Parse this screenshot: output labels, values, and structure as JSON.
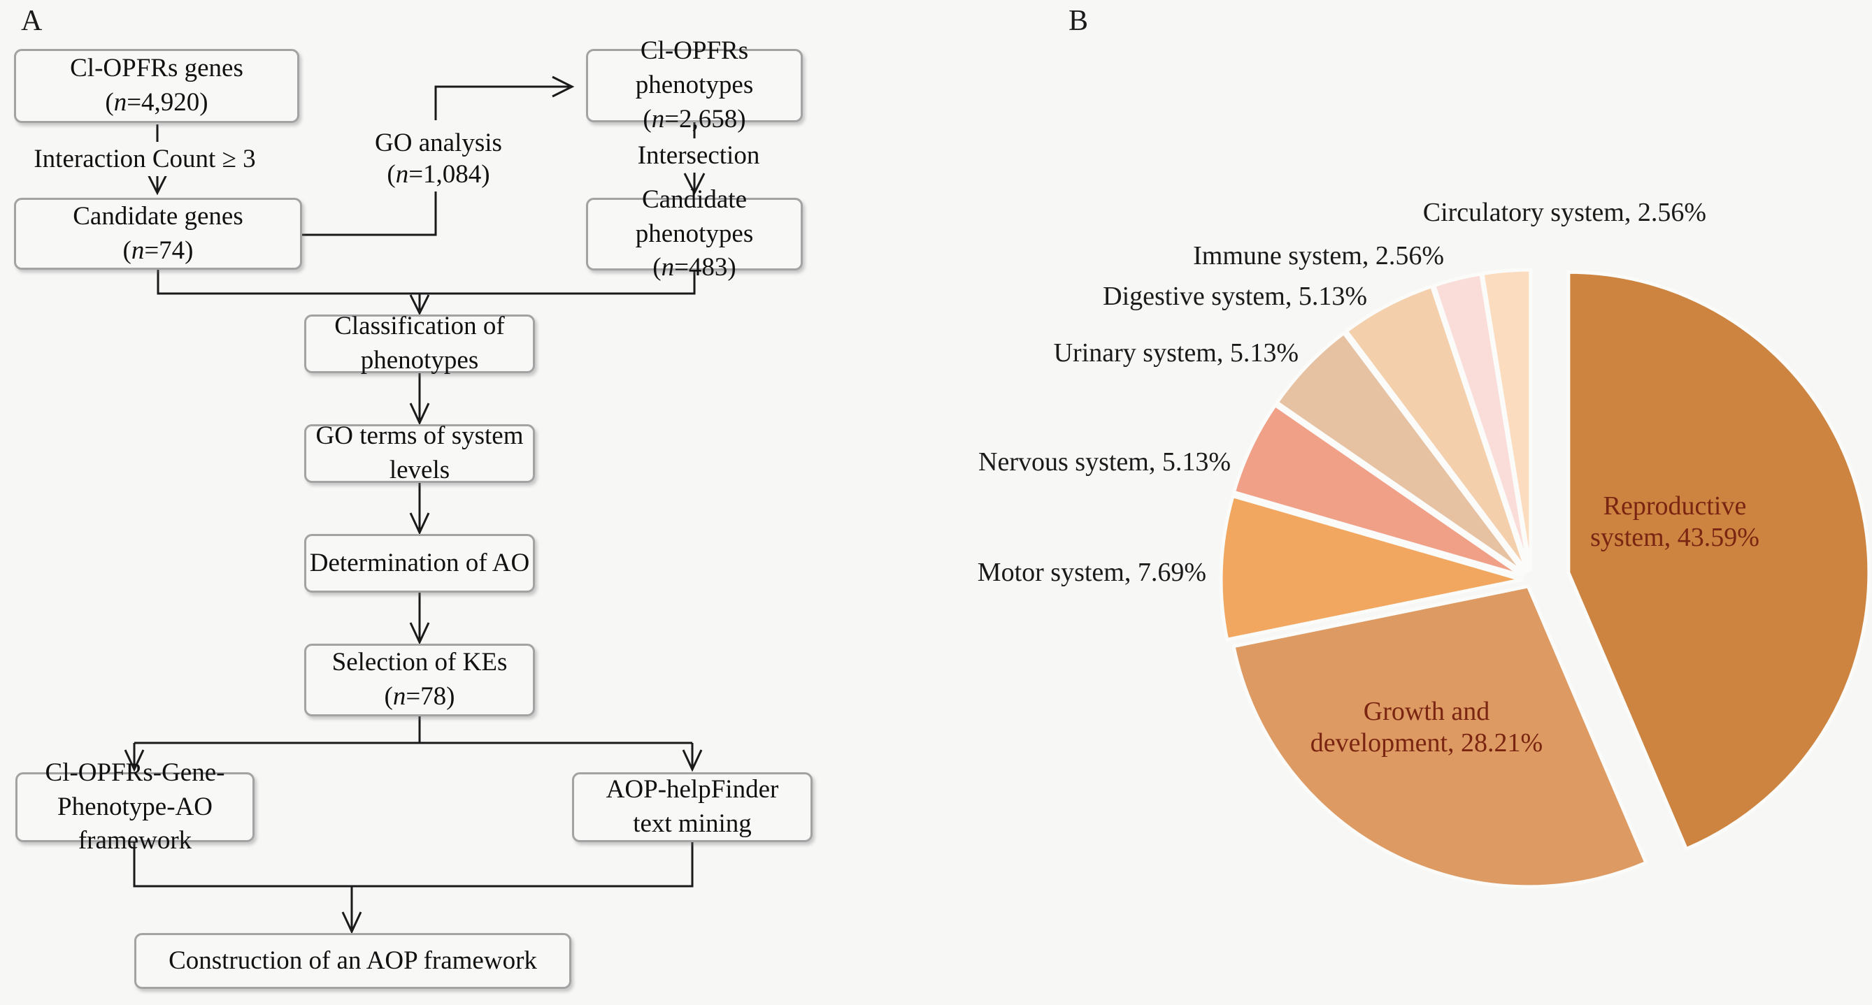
{
  "panels": {
    "a_label": "A",
    "b_label": "B"
  },
  "flowchart": {
    "boxes": {
      "clopfrs_genes": {
        "line1": "Cl-OPFRs genes",
        "n_pre": "(",
        "n_var": "n",
        "n_post": "=4,920)"
      },
      "clopfrs_phenotypes": {
        "line1": "Cl-OPFRs phenotypes",
        "n_pre": "(",
        "n_var": "n",
        "n_post": "=2,658)"
      },
      "candidate_genes": {
        "line1": "Candidate genes",
        "n_pre": "(",
        "n_var": "n",
        "n_post": "=74)"
      },
      "candidate_phenotypes": {
        "line1": "Candidate phenotypes",
        "n_pre": "(",
        "n_var": "n",
        "n_post": "=483)"
      },
      "classification": {
        "line1": "Classification of",
        "line2": "phenotypes"
      },
      "go_terms": {
        "line1": "GO terms of system",
        "line2": "levels"
      },
      "determination": {
        "line1": "Determination of AO"
      },
      "selection": {
        "line1": "Selection of KEs",
        "n_pre": "(",
        "n_var": "n",
        "n_post": "=78)"
      },
      "framework": {
        "line1": "Cl-OPFRs-Gene-",
        "line2": "Phenotype-AO framework"
      },
      "text_mining": {
        "line1": "AOP-helpFinder",
        "line2": "text mining"
      },
      "construction": {
        "line1": "Construction of an AOP framework"
      }
    },
    "edge_labels": {
      "interaction_count": "Interaction Count ≥ 3",
      "go_analysis_line1": "GO analysis",
      "go_pre": "(",
      "go_var": "n",
      "go_post": "=1,084)",
      "intersection": "Intersection"
    }
  },
  "chart_data": {
    "type": "pie",
    "title": "",
    "categories": [
      "Reproductive system",
      "Growth and development",
      "Motor system",
      "Nervous system",
      "Urinary system",
      "Digestive system",
      "Immune system",
      "Circulatory system"
    ],
    "values": [
      43.59,
      28.21,
      7.69,
      5.13,
      5.13,
      5.13,
      2.56,
      2.56
    ],
    "unit": "%",
    "start_angle_deg": 0,
    "direction": "clockwise",
    "legend": "none",
    "colors": [
      "#cc8440",
      "#dd9a62",
      "#f1a75f",
      "#f1a088",
      "#e6c2a2",
      "#f4cfab",
      "#fadcd8",
      "#fcdcbe"
    ],
    "slice_border_color": "#fbfbfa",
    "inside_label_color": "#7a2412",
    "outside_label_color": "#1a1a1a",
    "outside_labels": [
      {
        "text": "Circulatory system, 2.56%"
      },
      {
        "text": "Immune system, 2.56%"
      },
      {
        "text": "Digestive system, 5.13%"
      },
      {
        "text": "Urinary system, 5.13%"
      },
      {
        "text": "Nervous system, 5.13%"
      },
      {
        "text": "Motor system, 7.69%"
      }
    ],
    "inside_labels": [
      {
        "line1": "Reproductive",
        "line2": "system, 43.59%"
      },
      {
        "line1": "Growth and",
        "line2": "development, 28.21%"
      }
    ]
  }
}
